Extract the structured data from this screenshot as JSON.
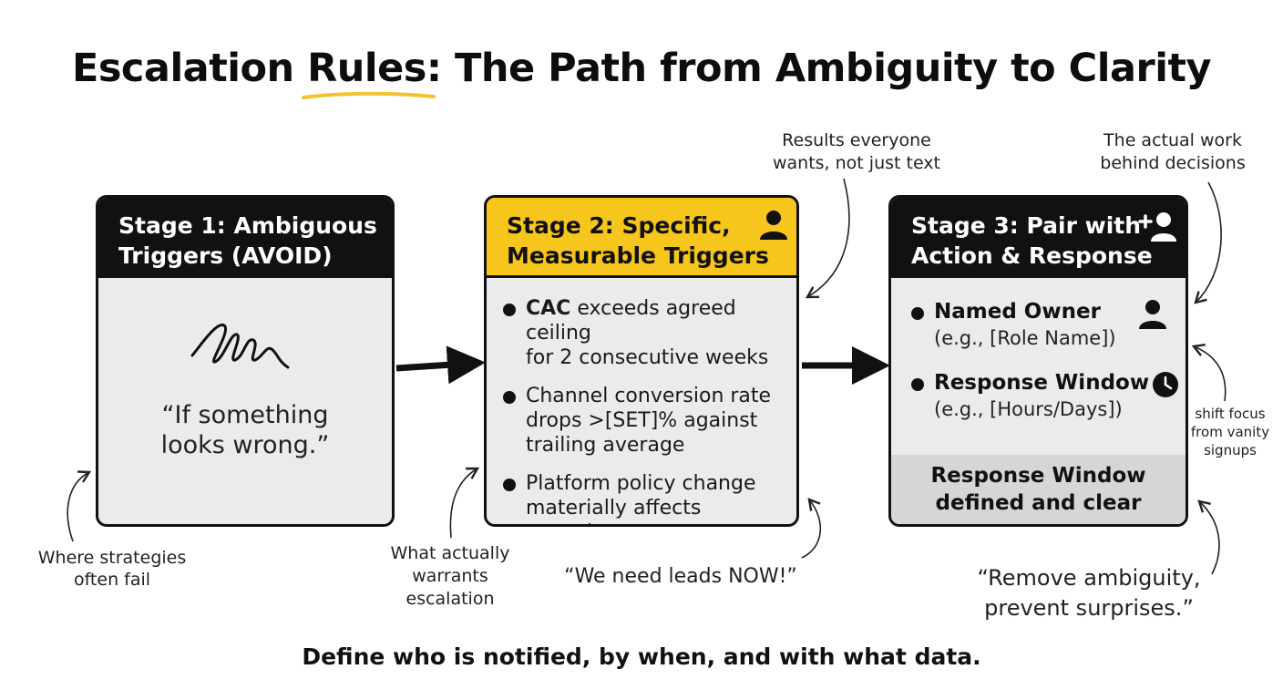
{
  "title": {
    "text": "Escalation Rules: The Path from Ambiguity to Clarity",
    "highlight_color": "#f2c230"
  },
  "stages": [
    {
      "title_line1": "Stage 1: Ambiguous",
      "title_line2": "Triggers (AVOID)",
      "header_color": "#111111",
      "quote_line1": "“If something",
      "quote_line2": "looks wrong.”"
    },
    {
      "title_line1": "Stage 2: Specific,",
      "title_line2": "Measurable Triggers",
      "header_color": "#f7c61c",
      "icon": "person-icon",
      "bullets": [
        {
          "bold": "CAC",
          "line1": " exceeds agreed ceiling",
          "line2": "for 2 consecutive weeks"
        },
        {
          "bold": "",
          "line1": "Channel conversion rate",
          "line2": "drops >[SET]% against",
          "line3": "trailing average"
        },
        {
          "bold": "",
          "line1": "Platform policy change",
          "line2": "materially affects targeting"
        }
      ]
    },
    {
      "title_line1": "Stage 3: Pair with",
      "title_line2": "Action & Response",
      "header_color": "#111111",
      "icon": "add-person-icon",
      "items": [
        {
          "title": "Named Owner",
          "sub": "(e.g., [Role Name])",
          "icon": "person-icon"
        },
        {
          "title": "Response Window",
          "sub": "(e.g., [Hours/Days])",
          "icon": "clock-icon"
        }
      ],
      "footer_line1": "Response Window",
      "footer_line2": "defined and clear"
    }
  ],
  "annotations": {
    "results_line1": "Results everyone",
    "results_line2": "wants, not just text",
    "actual_line1": "The actual work",
    "actual_line2": "behind decisions",
    "strategies_line1": "Where strategies",
    "strategies_line2": "often fail",
    "warrants_line1": "What actually",
    "warrants_line2": "warrants",
    "warrants_line3": "escalation",
    "leads": "“We need leads NOW!”",
    "shift_line1": "shift focus",
    "shift_line2": "from vanity",
    "shift_line3": "signups",
    "remove_line1": "“Remove ambiguity,",
    "remove_line2": "prevent surprises.”"
  },
  "footer": "Define who is notified, by when, and with what data."
}
